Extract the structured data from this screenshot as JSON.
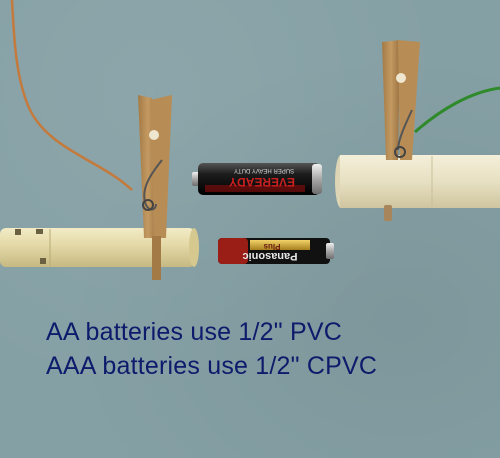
{
  "photo": {
    "caption_lines": [
      "AA batteries use 1/2\" PVC",
      "AAA batteries use 1/2\" CPVC"
    ],
    "battery_aa": {
      "brand": "EVEREADY",
      "small_text": "SUPER HEAVY DUTY"
    },
    "battery_aaa": {
      "brand": "Panasonic",
      "small_text": "Plus"
    }
  }
}
